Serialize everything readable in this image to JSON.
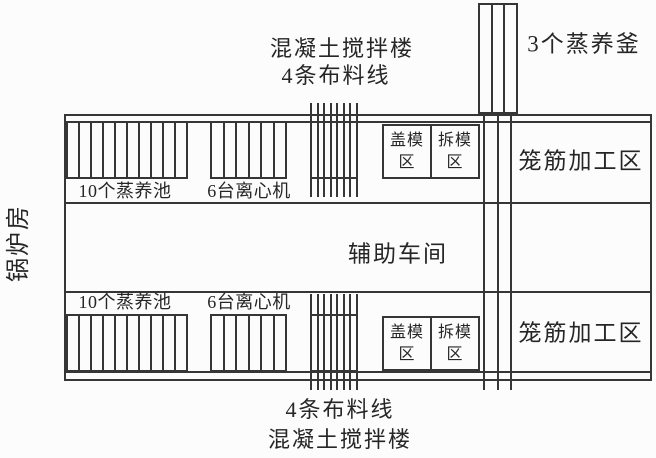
{
  "colors": {
    "background": "#fcfcfc",
    "line": "#363636",
    "text": "#262626"
  },
  "counts": {
    "steam_pools": 10,
    "centrifuges": 6,
    "distribution_hatch_strokes": 8,
    "steam_kettles": 3,
    "kettle_rails": 3
  },
  "labels": {
    "boiler_room": "锅炉房",
    "mixing_building": "混凝土搅拌楼",
    "distribution_lines": "4条布料线",
    "steam_kettles": "3个蒸养釜",
    "steam_pools": "10个蒸养池",
    "centrifuges": "6台离心机",
    "cover_mold": [
      "盖模",
      "区"
    ],
    "demold": [
      "拆模",
      "区"
    ],
    "cage_rebar_area": "笼筋加工区",
    "auxiliary_workshop": "辅助车间"
  }
}
